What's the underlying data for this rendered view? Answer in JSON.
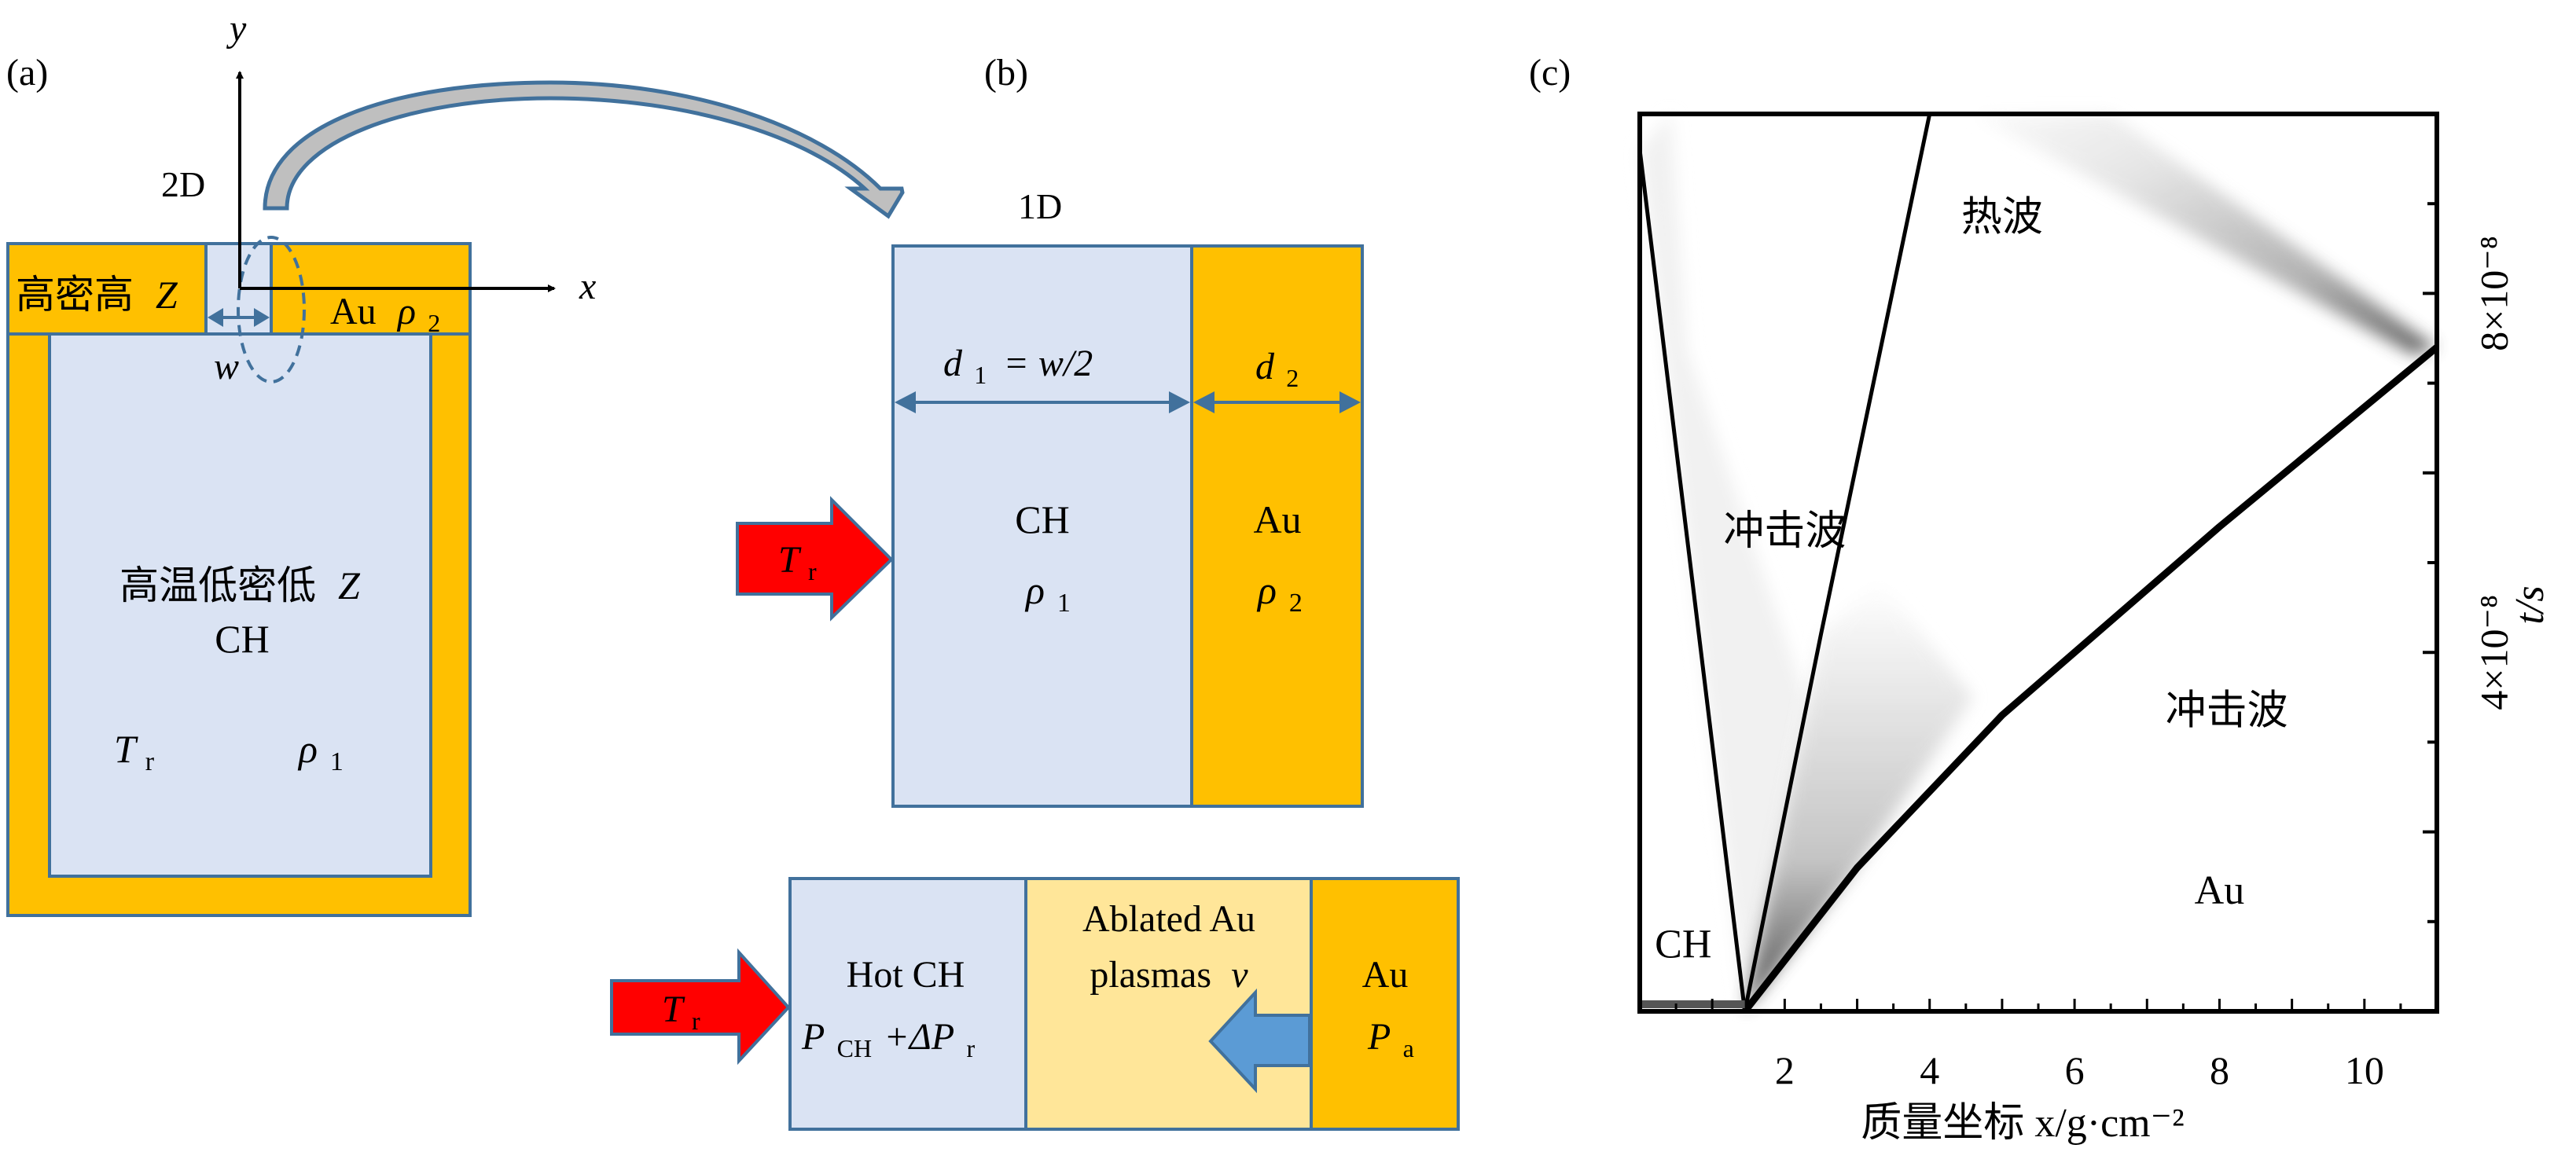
{
  "panels": {
    "a": {
      "label": "(a)",
      "axis_y": "y",
      "axis_x": "x",
      "dim_label": "2D",
      "width_label": "w",
      "top_left_text": "高密高",
      "top_left_var": "Z",
      "top_right_text": "Au",
      "top_right_var": "ρ",
      "top_right_sub": "2",
      "center_text_line1": "高温低密低",
      "center_var": "Z",
      "center_text_line2": "CH",
      "temp_var": "T",
      "temp_sub": "r",
      "density_var": "ρ",
      "density_sub": "1"
    },
    "b": {
      "label": "(b)",
      "dim_label": "1D",
      "d1_var": "d",
      "d1_sub": "1",
      "d1_eq": "= w/2",
      "d2_var": "d",
      "d2_sub": "2",
      "ch_label": "CH",
      "ch_density_var": "ρ",
      "ch_density_sub": "1",
      "au_label": "Au",
      "au_density_var": "ρ",
      "au_density_sub": "2",
      "drive_var": "T",
      "drive_sub": "r"
    },
    "b_lower": {
      "drive_var": "T",
      "drive_sub": "r",
      "hot_ch_label": "Hot CH",
      "pressure_var": "P",
      "pressure_sub": "CH",
      "pressure_plus": "+ΔP",
      "pressure_plus_sub": "r",
      "ablated_line1": "Ablated Au",
      "ablated_line2": "plasmas",
      "velocity_var": "v",
      "au_label": "Au",
      "au_pressure_var": "P",
      "au_pressure_sub": "a"
    },
    "c": {
      "label": "(c)"
    }
  },
  "colors": {
    "gold": "#FFC000",
    "light_blue": "#DAE3F3",
    "pale_yellow": "#FFE699",
    "outline_blue": "#41719C",
    "red_arrow": "#FF0000",
    "blue_arrow": "#5B9BD5",
    "curved_arrow_fill": "#BFBFBF"
  },
  "chart_data": {
    "type": "heatmap",
    "title": "",
    "xlabel": "质量坐标 x/g·cm⁻²",
    "ylabel": "t/s",
    "xlim": [
      0,
      11
    ],
    "ylim": [
      0,
      1e-07
    ],
    "x_ticks": [
      2,
      4,
      6,
      8,
      10
    ],
    "x_tick_labels": [
      "2",
      "4",
      "6",
      "8",
      "10"
    ],
    "x_minor_step": 0.5,
    "y_ticks": [
      4e-08,
      8e-08
    ],
    "y_tick_labels": [
      "4×10⁻⁸",
      "8×10⁻⁸"
    ],
    "y_minor_step": 1e-08,
    "y_axis_side": "right",
    "colormap": "grayscale (dark = high gradient)",
    "features": [
      {
        "name": "CH rarefaction/shock (left)",
        "points": [
          [
            1.45,
            0.0
          ],
          [
            0.0,
            9.6e-08
          ]
        ]
      },
      {
        "name": "热波 front (interface)",
        "points": [
          [
            1.45,
            0.0
          ],
          [
            2.5,
            4.2e-08
          ],
          [
            4.0,
            1e-07
          ]
        ]
      },
      {
        "name": "Au shock",
        "points": [
          [
            1.45,
            0.0
          ],
          [
            3.0,
            1.6e-08
          ],
          [
            5.0,
            3.3e-08
          ],
          [
            8.0,
            5.4e-08
          ],
          [
            11.0,
            7.4e-08
          ]
        ]
      },
      {
        "name": "reflected wave",
        "points": [
          [
            11.0,
            7.4e-08
          ],
          [
            8.0,
            9e-08
          ],
          [
            4.7,
            1e-07
          ]
        ]
      }
    ],
    "annotations": [
      {
        "text": "热波",
        "x": 5.0,
        "y": 8.7e-08
      },
      {
        "text": "冲击波",
        "x": 2.0,
        "y": 5.2e-08
      },
      {
        "text": "冲击波",
        "x": 8.1,
        "y": 3.2e-08
      },
      {
        "text": "Au",
        "x": 8.0,
        "y": 1.2e-08
      },
      {
        "text": "CH",
        "x": 0.6,
        "y": 6e-09
      }
    ]
  }
}
